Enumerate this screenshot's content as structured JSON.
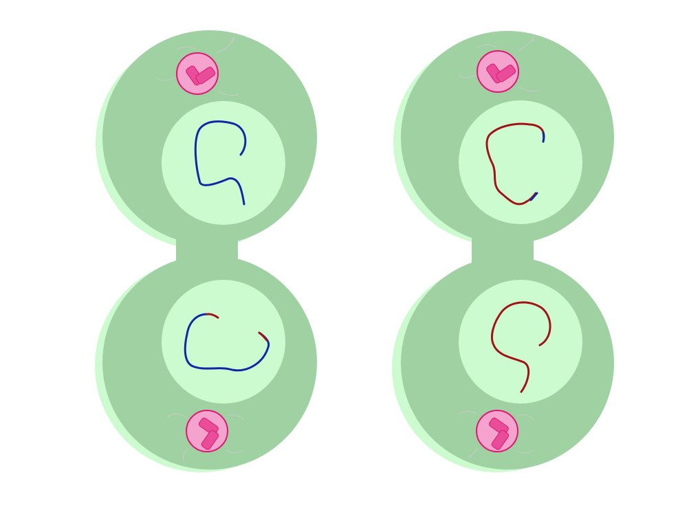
{
  "diagram": {
    "colors": {
      "background": "#ffffff",
      "cell_body": "#9fd1a2",
      "cell_shadow": "#cdfbd0",
      "nucleus": "#cdfbd0",
      "maternal_chromosome": "#1326a8",
      "paternal_chromosome": "#a31218",
      "centrosome_fill": "#f4a3cf",
      "centrosome_outline": "#e0166f",
      "centriole": "#e94d99",
      "aster_fibers": "#c9c9c9"
    },
    "cells": [
      {
        "id": "left-dividing-cell",
        "daughters": [
          {
            "position": "top",
            "chromosome_colors": [
              "maternal",
              "maternal"
            ]
          },
          {
            "position": "bottom",
            "chromosome_colors": [
              "maternal",
              "paternal"
            ]
          }
        ]
      },
      {
        "id": "right-dividing-cell",
        "daughters": [
          {
            "position": "top",
            "chromosome_colors": [
              "paternal",
              "maternal"
            ]
          },
          {
            "position": "bottom",
            "chromosome_colors": [
              "paternal",
              "paternal"
            ]
          }
        ]
      }
    ]
  }
}
